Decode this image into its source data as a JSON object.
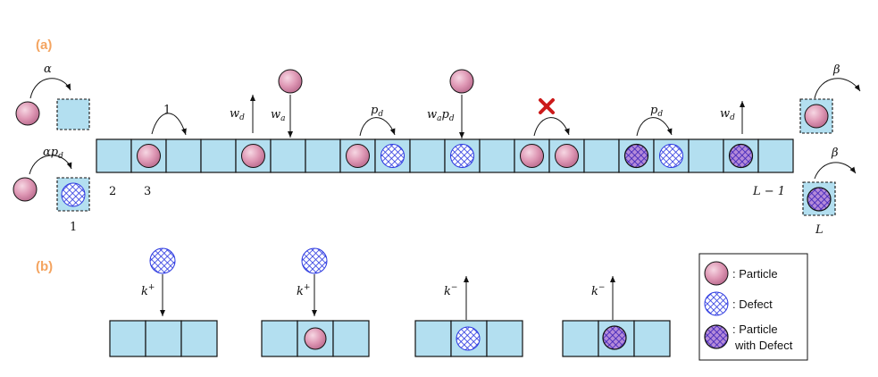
{
  "panel_a": {
    "label": "(a)",
    "entry_rates": {
      "particle": "α",
      "defect_particle_base": "αp",
      "defect_particle_sub": "d"
    },
    "exit_rates": {
      "top": "β",
      "bottom": "β"
    },
    "site_labels": {
      "first": "1",
      "second": "2",
      "third": "3",
      "second_last": "L − 1",
      "last": "L"
    },
    "hop_rate": "1",
    "detach_rate_base": "w",
    "detach_rate_sub": "d",
    "attach_rate_base": "w",
    "attach_rate_sub": "a",
    "hop_defect_base": "p",
    "hop_defect_sub": "d",
    "attach_defect_base": "w",
    "attach_defect_sub": "a",
    "attach_defect_extra_base": "p",
    "attach_defect_extra_sub": "d",
    "blocked_move_icon": "red-x-icon"
  },
  "panel_b": {
    "label": "(b)",
    "rates": [
      {
        "base": "k",
        "sup": "+"
      },
      {
        "base": "k",
        "sup": "+"
      },
      {
        "base": "k",
        "sup": "−"
      },
      {
        "base": "k",
        "sup": "−"
      }
    ]
  },
  "legend": {
    "items": [
      {
        "label": ": Particle"
      },
      {
        "label": ": Defect"
      },
      {
        "label_line1": ": Particle",
        "label_line2": "with Defect"
      }
    ]
  },
  "colors": {
    "cell_fill": "#b3dff0",
    "particle": "#d98aa8",
    "defect": "#2a37e0",
    "particle_with_defect": "#5b3cc4",
    "panel_label": "#f4a460",
    "cross": "#cc1a1a"
  }
}
